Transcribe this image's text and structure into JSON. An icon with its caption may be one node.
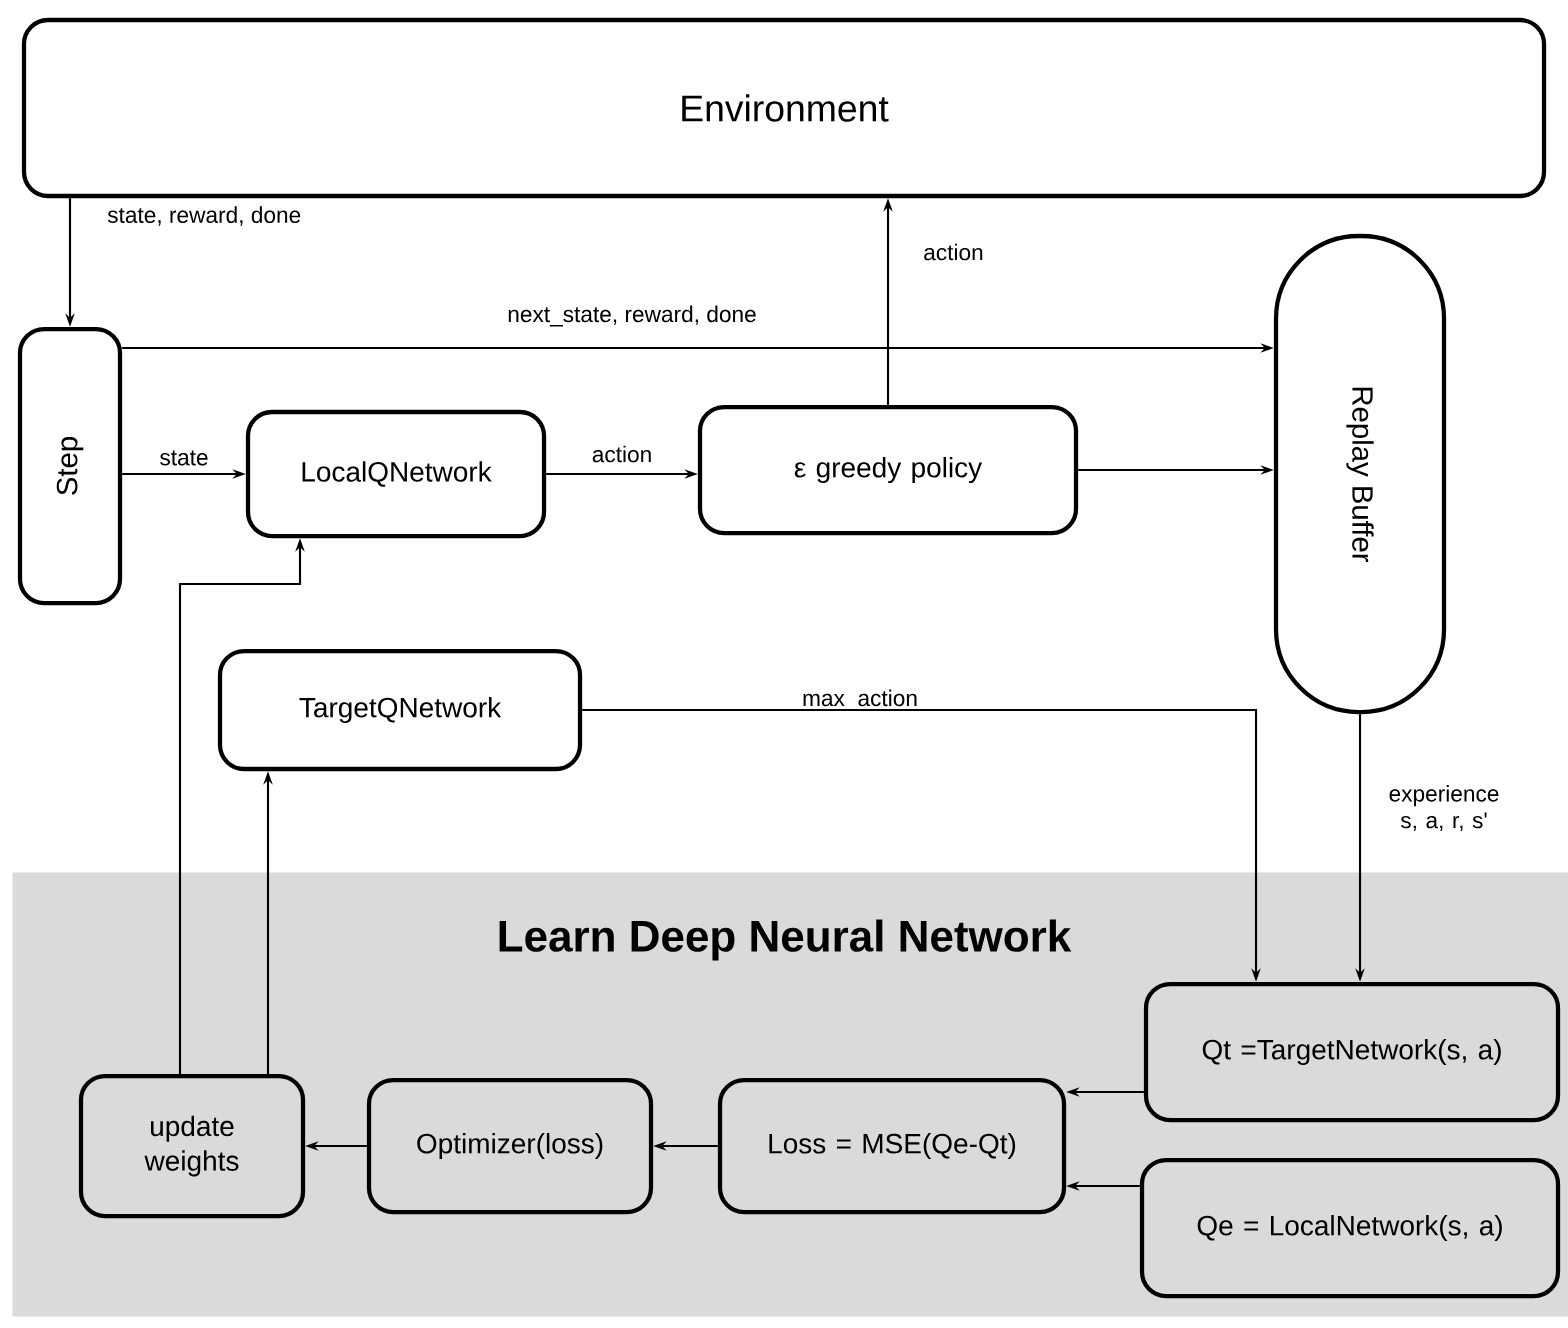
{
  "diagram": {
    "nodes": [
      {
        "text": [
          "Environment"
        ]
      },
      {
        "text": [
          "Step"
        ]
      },
      {
        "text": [
          "LocalQNetwork"
        ]
      },
      {
        "text": [
          "ε greedy  policy"
        ]
      },
      {
        "text": [
          "Replay Buffer"
        ]
      },
      {
        "text": [
          "TargetQNetwork"
        ]
      },
      {
        "text": [
          "Learn Deep Neural Network"
        ]
      },
      {
        "text": [
          "Qt =TargetNetwork(s,  a)"
        ],
        "in": 6
      },
      {
        "text": [
          "Qe = LocalNetwork(s,  a)"
        ],
        "in": 6
      },
      {
        "text": [
          "Loss = MSE(Qe-Qt)"
        ],
        "in": 6
      },
      {
        "text": [
          "Optimizer(loss)"
        ],
        "in": 6
      },
      {
        "text": [
          "update weights"
        ],
        "in": 6
      }
    ],
    "edges": [
      {
        "from": 0,
        "to": 1,
        "arrow": "to",
        "label": "state, reward, done"
      },
      {
        "from": 1,
        "to": 4,
        "arrow": "to",
        "label": "next_state, reward, done"
      },
      {
        "from": 1,
        "to": 2,
        "arrow": "to",
        "label": "state"
      },
      {
        "from": 2,
        "to": 3,
        "arrow": "to",
        "label": "action"
      },
      {
        "from": 3,
        "to": 0,
        "arrow": "to",
        "label": "action"
      },
      {
        "from": 3,
        "to": 4,
        "arrow": "to"
      },
      {
        "from": 5,
        "to": 7,
        "arrow": "to",
        "label": "max_action"
      },
      {
        "from": 4,
        "to": 7,
        "arrow": "to",
        "label": "experience s, a, r, s'"
      },
      {
        "from": 7,
        "to": 9,
        "arrow": "to"
      },
      {
        "from": 8,
        "to": 9,
        "arrow": "to"
      },
      {
        "from": 9,
        "to": 10,
        "arrow": "to"
      },
      {
        "from": 10,
        "to": 11,
        "arrow": "to"
      },
      {
        "from": 11,
        "to": 2,
        "arrow": "to"
      },
      {
        "from": 11,
        "to": 5,
        "arrow": "to"
      }
    ]
  }
}
